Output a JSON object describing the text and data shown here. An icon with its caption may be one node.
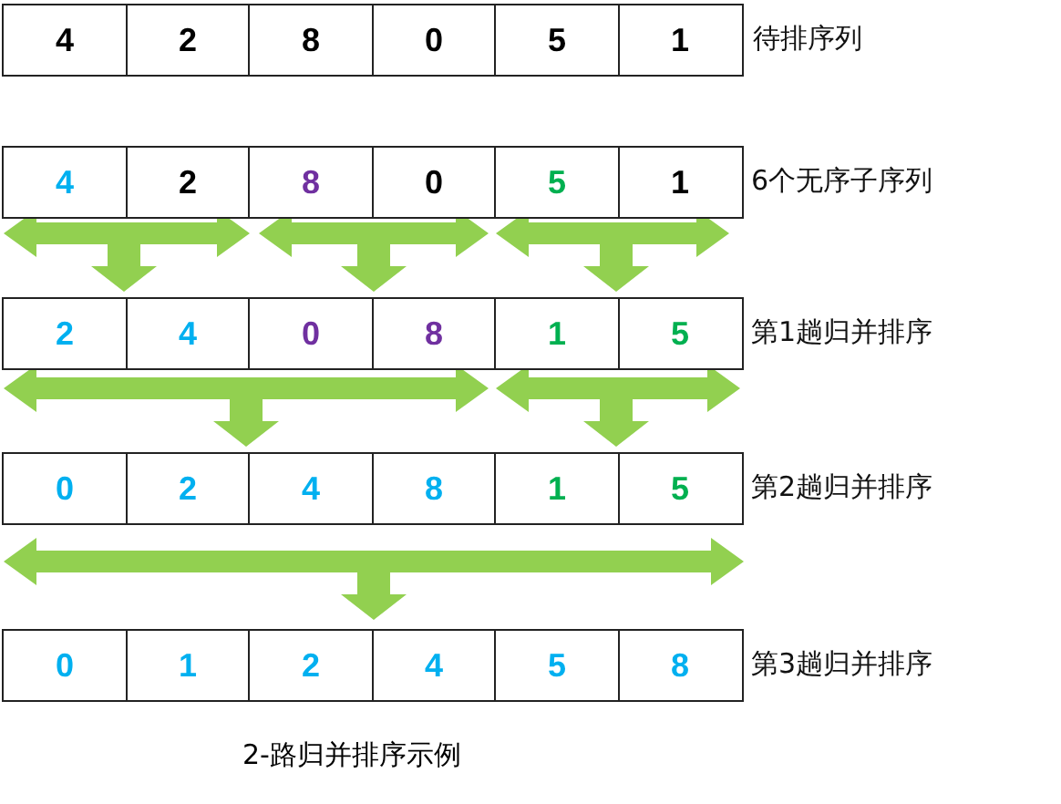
{
  "diagram": {
    "caption": "2-路归并排序示例",
    "labels": [
      "4",
      "2",
      "8",
      "0",
      "5",
      "1",
      "待排序列",
      "4",
      "2",
      "8",
      "0",
      "5",
      "1",
      "6个无序子序列",
      "2",
      "4",
      "0",
      "8",
      "1",
      "5",
      "第1趟归并排序",
      "0",
      "2",
      "4",
      "8",
      "1",
      "5",
      "第2趟归并排序",
      "0",
      "1",
      "2",
      "4",
      "5",
      "8",
      "第3趟归并排序"
    ]
  }
}
